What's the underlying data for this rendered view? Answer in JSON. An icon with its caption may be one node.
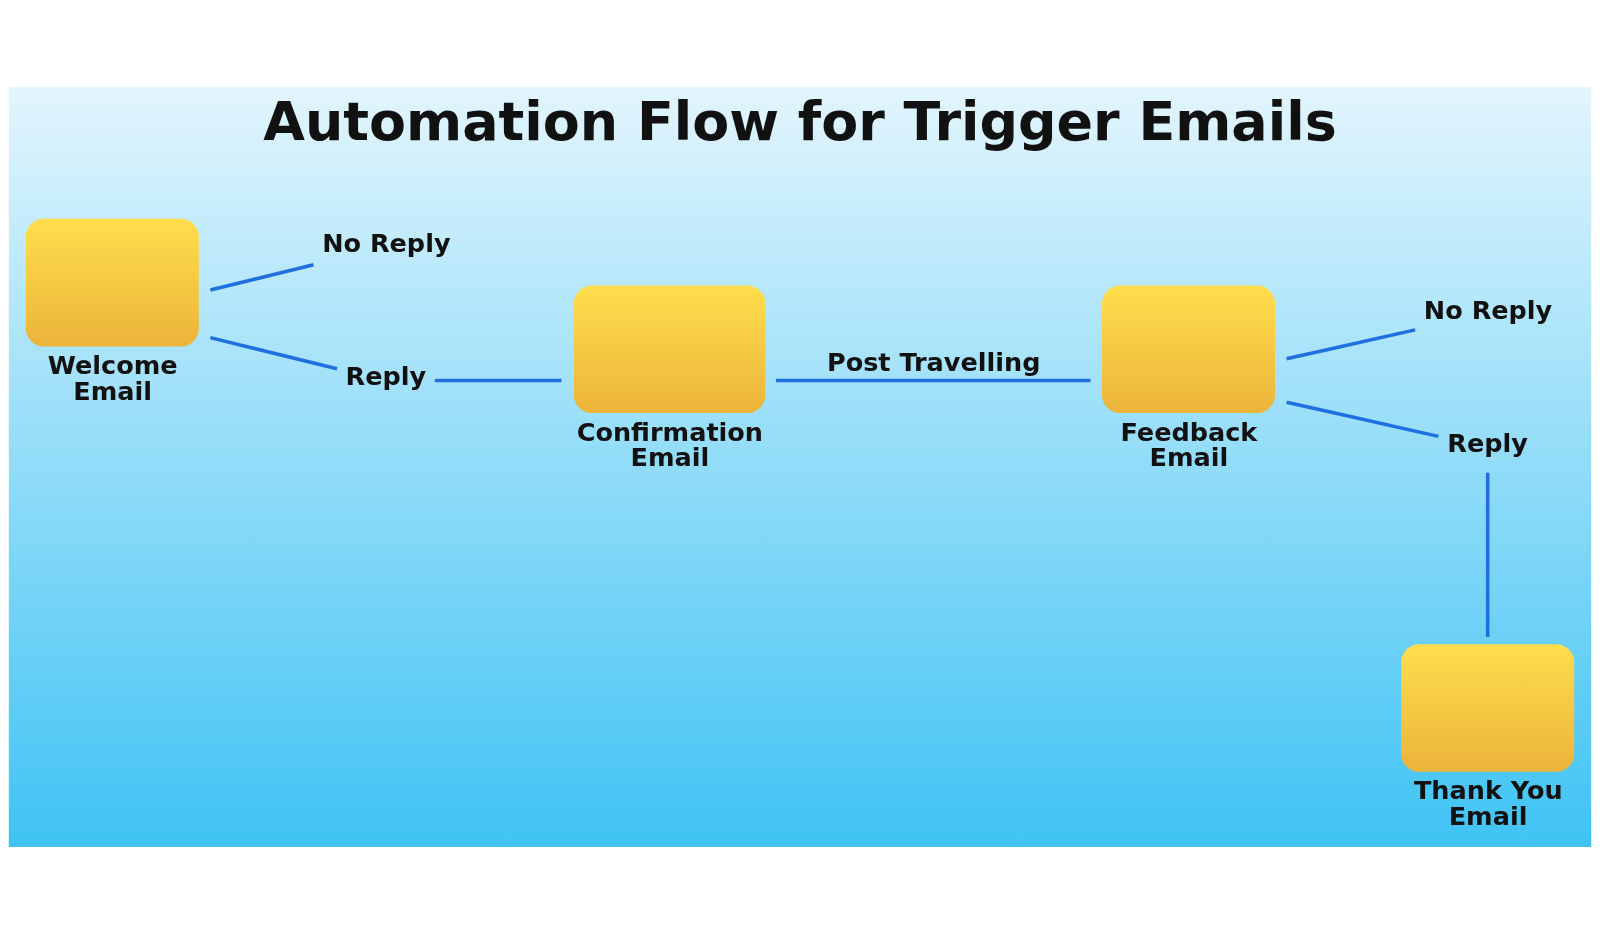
{
  "diagram": {
    "title": "Automation Flow for Trigger Emails",
    "nodes": [
      {
        "text": [
          "Welcome Email"
        ]
      },
      {
        "text": [
          "No Reply"
        ]
      },
      {
        "text": [
          "Reply"
        ]
      },
      {
        "text": [
          "Confirmation Email"
        ]
      },
      {
        "text": [
          "Feedback Email"
        ]
      },
      {
        "text": [
          "No Reply"
        ]
      },
      {
        "text": [
          "Reply"
        ]
      },
      {
        "text": [
          "Thank You Email"
        ]
      }
    ],
    "edges": [
      {
        "from": 0,
        "to": 1,
        "arrow": "none"
      },
      {
        "from": 0,
        "to": 2,
        "arrow": "none"
      },
      {
        "from": 2,
        "to": 3,
        "arrow": "none"
      },
      {
        "from": 3,
        "to": 4,
        "arrow": "none",
        "label": "Post Travelling"
      },
      {
        "from": 4,
        "to": 5,
        "arrow": "none"
      },
      {
        "from": 4,
        "to": 6,
        "arrow": "none"
      },
      {
        "from": 6,
        "to": 7,
        "arrow": "none"
      }
    ]
  }
}
